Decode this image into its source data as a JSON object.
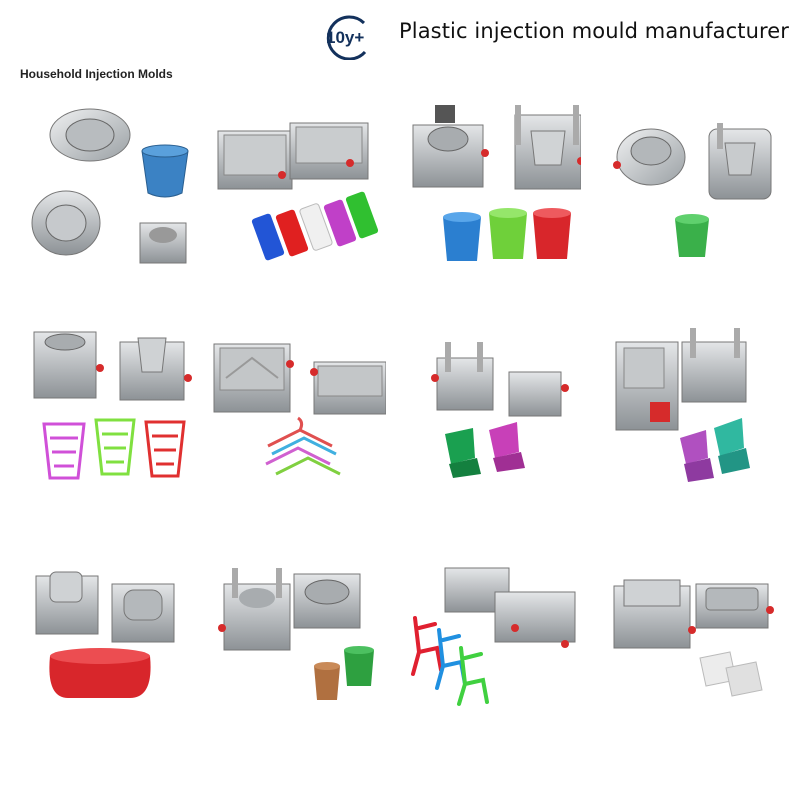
{
  "header": {
    "badge_text": "10y+",
    "tagline": "Plastic injection mould manufacturer",
    "brand_color": "#13315c",
    "accent_color": "#1aa37a"
  },
  "section": {
    "title": "Household Injection Molds"
  },
  "products": [
    {
      "id": "bucket-mold-1",
      "product_icon": "bucket-icon",
      "colors": [
        "#3b82c4"
      ]
    },
    {
      "id": "crate-mold",
      "product_icon": "storage-crate-icon",
      "colors": [
        "#2255d6",
        "#e02020",
        "#f0f0f0",
        "#c040c8",
        "#30c030"
      ]
    },
    {
      "id": "bucket-mold-2",
      "product_icon": "bucket-icon",
      "colors": [
        "#2b7fd0",
        "#6fd03a",
        "#d8262b"
      ]
    },
    {
      "id": "bucket-mold-3",
      "product_icon": "bucket-icon",
      "colors": [
        "#3ab04a"
      ]
    },
    {
      "id": "basket-mold",
      "product_icon": "waste-basket-icon",
      "colors": [
        "#d050d8",
        "#80e040",
        "#e03030"
      ]
    },
    {
      "id": "hanger-mold",
      "product_icon": "hanger-icon",
      "colors": [
        "#e05050",
        "#40b0e0",
        "#d060d0",
        "#80d040"
      ]
    },
    {
      "id": "kids-chair-mold-1",
      "product_icon": "chair-icon",
      "colors": [
        "#1aa050",
        "#c840b8"
      ]
    },
    {
      "id": "kids-chair-mold-2",
      "product_icon": "chair-icon",
      "colors": [
        "#b050c0",
        "#30b8a0"
      ]
    },
    {
      "id": "tub-mold",
      "product_icon": "bath-tub-icon",
      "colors": [
        "#d8262b"
      ]
    },
    {
      "id": "flower-pot-mold",
      "product_icon": "pot-icon",
      "colors": [
        "#b07040",
        "#2ea040"
      ]
    },
    {
      "id": "adult-chair-mold",
      "product_icon": "chair-icon",
      "colors": [
        "#e02030",
        "#2090e0",
        "#40d040"
      ]
    },
    {
      "id": "shoe-box-mold",
      "product_icon": "tray-icon",
      "colors": [
        "#e8e8e8",
        "#d0d0d0"
      ]
    }
  ]
}
